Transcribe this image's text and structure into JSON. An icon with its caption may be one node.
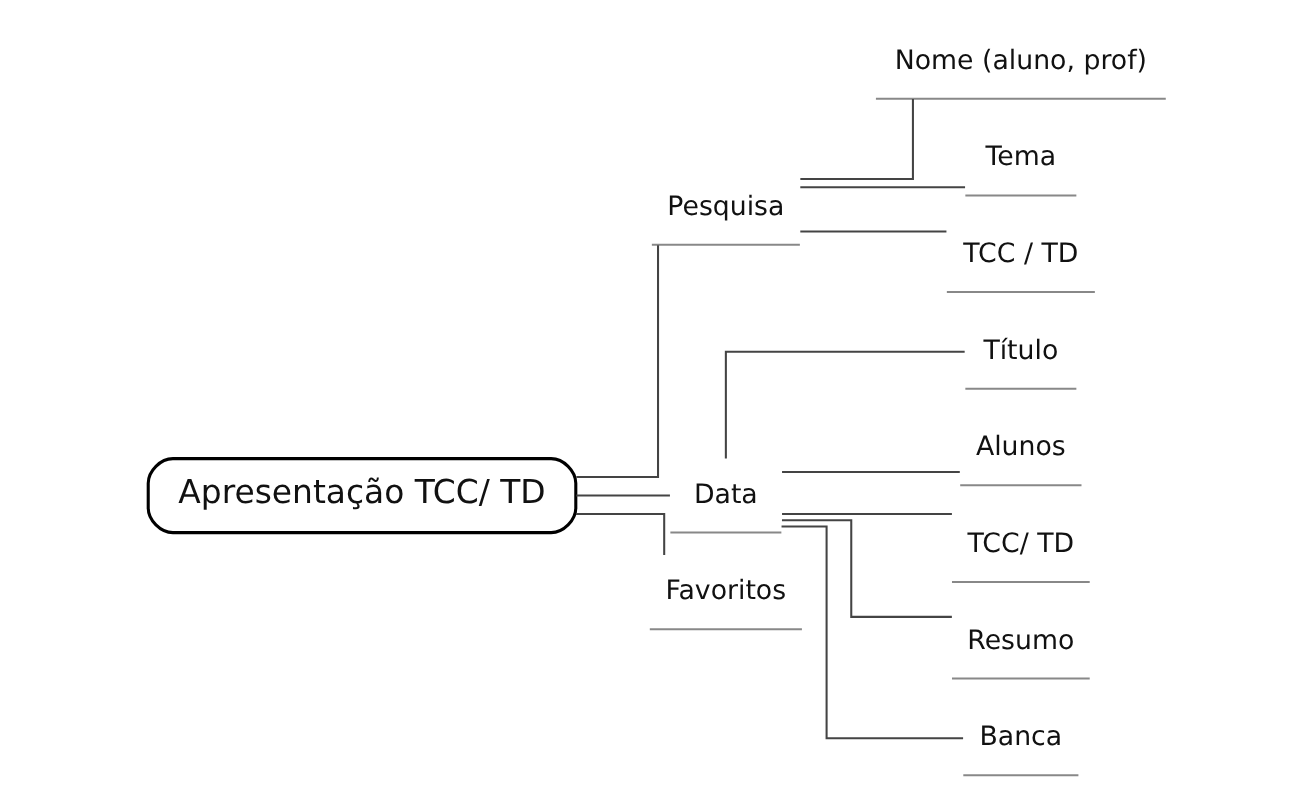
{
  "diagram": {
    "nodes": [
      {
        "text": [
          "Apresentação TCC/ TD"
        ]
      },
      {
        "text": [
          "Pesquisa"
        ]
      },
      {
        "text": [
          "Nome (aluno, prof)"
        ]
      },
      {
        "text": [
          "Tema"
        ]
      },
      {
        "text": [
          "TCC / TD"
        ]
      },
      {
        "text": [
          "Data"
        ]
      },
      {
        "text": [
          "Título"
        ]
      },
      {
        "text": [
          "Alunos"
        ]
      },
      {
        "text": [
          "TCC/ TD"
        ]
      },
      {
        "text": [
          "Resumo"
        ]
      },
      {
        "text": [
          "Banca"
        ]
      },
      {
        "text": [
          "Favoritos"
        ]
      }
    ],
    "edges": [
      {
        "from": 0,
        "to": 1,
        "arrow": "none"
      },
      {
        "from": 0,
        "to": 5,
        "arrow": "none"
      },
      {
        "from": 0,
        "to": 11,
        "arrow": "none"
      },
      {
        "from": 1,
        "to": 2,
        "arrow": "none"
      },
      {
        "from": 1,
        "to": 3,
        "arrow": "none"
      },
      {
        "from": 1,
        "to": 4,
        "arrow": "none"
      },
      {
        "from": 5,
        "to": 6,
        "arrow": "none"
      },
      {
        "from": 5,
        "to": 7,
        "arrow": "none"
      },
      {
        "from": 5,
        "to": 8,
        "arrow": "none"
      },
      {
        "from": 5,
        "to": 9,
        "arrow": "none"
      },
      {
        "from": 5,
        "to": 10,
        "arrow": "none"
      }
    ]
  }
}
